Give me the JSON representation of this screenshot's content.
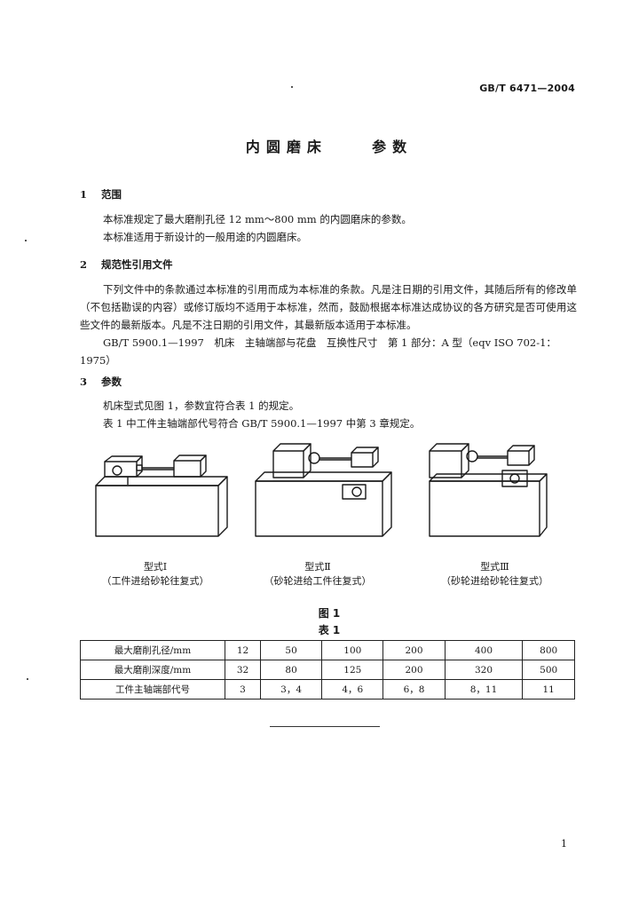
{
  "header": {
    "standard_number": "GB/T 6471—2004"
  },
  "title": "内圆磨床    参数",
  "sections": [
    {
      "number": "1",
      "heading": "范围",
      "paragraphs": [
        "本标准规定了最大磨削孔径 12 mm～800 mm 的内圆磨床的参数。",
        "本标准适用于新设计的一般用途的内圆磨床。"
      ]
    },
    {
      "number": "2",
      "heading": "规范性引用文件",
      "paragraphs": [
        "下列文件中的条款通过本标准的引用而成为本标准的条款。凡是注日期的引用文件，其随后所有的修改单（不包括勘误的内容）或修订版均不适用于本标准，然而，鼓励根据本标准达成协议的各方研究是否可使用这些文件的最新版本。凡是不注日期的引用文件，其最新版本适用于本标准。",
        "GB/T 5900.1—1997　机床　主轴端部与花盘　互换性尺寸　第 1 部分：A 型（eqv ISO 702-1：1975）"
      ]
    },
    {
      "number": "3",
      "heading": "参数",
      "paragraphs": [
        "机床型式见图 1，参数宜符合表 1 的规定。",
        "表 1 中工件主轴端部代号符合 GB/T 5900.1—1997 中第 3 章规定。"
      ]
    }
  ],
  "figure": {
    "caption": "图 1",
    "types": [
      {
        "name": "型式Ⅰ",
        "description": "（工件进给砂轮往复式）"
      },
      {
        "name": "型式Ⅱ",
        "description": "（砂轮进给工件往复式）"
      },
      {
        "name": "型式Ⅲ",
        "description": "（砂轮进给砂轮往复式）"
      }
    ]
  },
  "table": {
    "caption": "表 1",
    "rows": [
      {
        "label": "最大磨削孔径/mm",
        "values": [
          "12",
          "50",
          "100",
          "200",
          "400",
          "800"
        ]
      },
      {
        "label": "最大磨削深度/mm",
        "values": [
          "32",
          "80",
          "125",
          "200",
          "320",
          "500"
        ]
      },
      {
        "label": "工件主轴端部代号",
        "values": [
          "3",
          "3，4",
          "4，6",
          "6，8",
          "8，11",
          "11"
        ]
      }
    ]
  },
  "footer": {
    "page_number": "1"
  }
}
